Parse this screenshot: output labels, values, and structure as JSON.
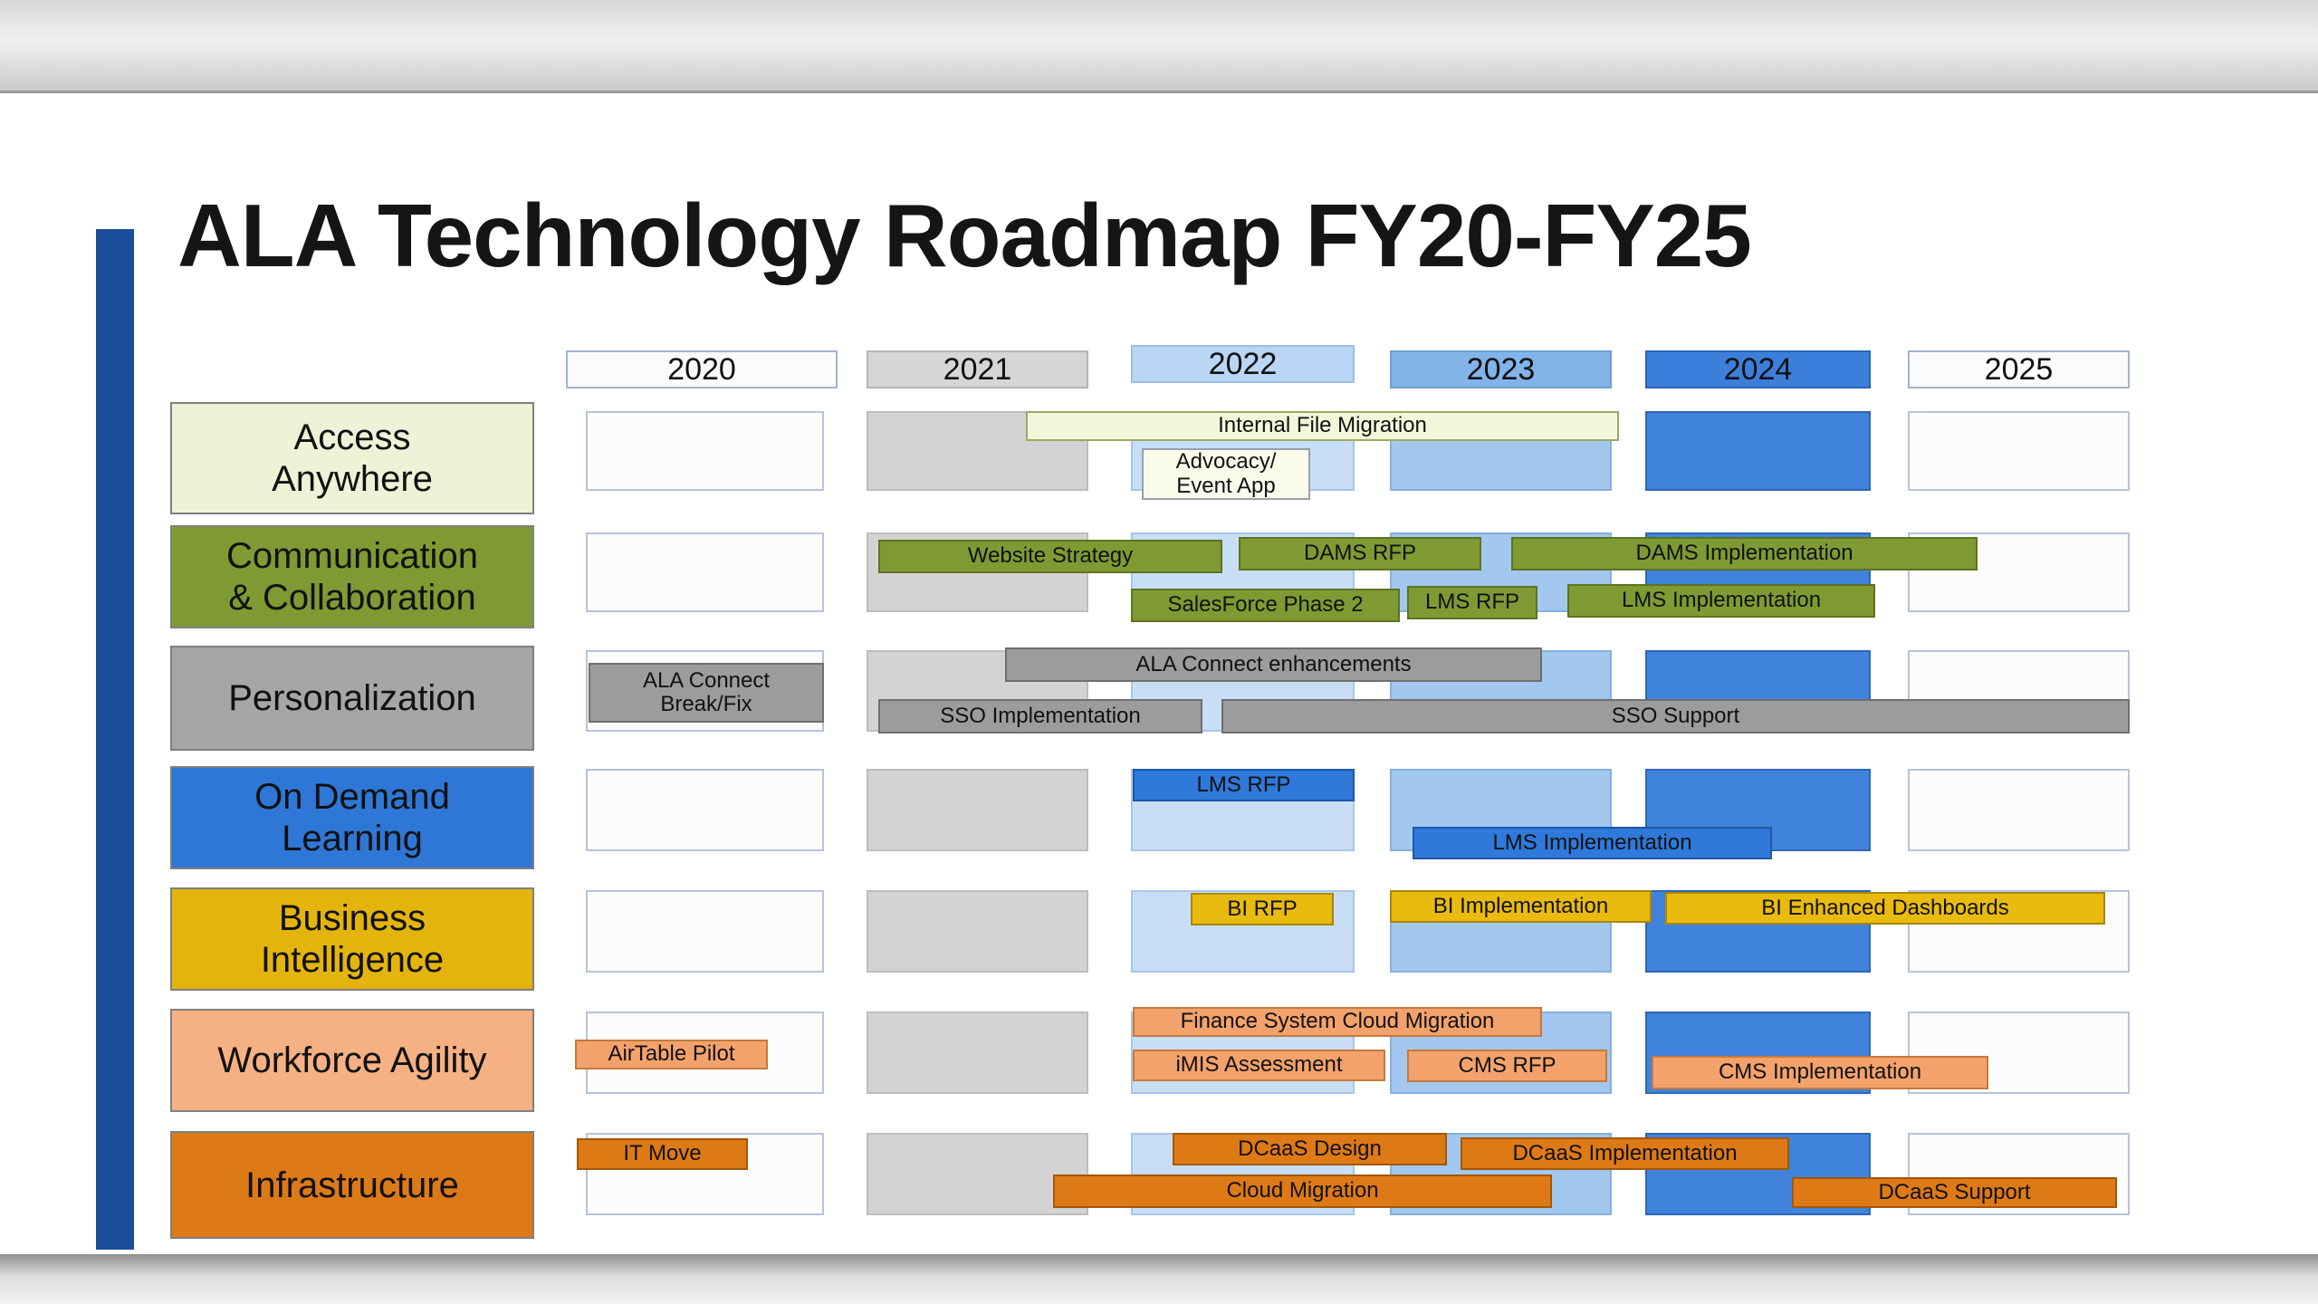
{
  "slide": {
    "title": "ALA Technology Roadmap FY20-FY25"
  },
  "years": [
    {
      "label": "2020"
    },
    {
      "label": "2021"
    },
    {
      "label": "2022"
    },
    {
      "label": "2023"
    },
    {
      "label": "2024"
    },
    {
      "label": "2025"
    }
  ],
  "rows": [
    {
      "label": "Access\nAnywhere",
      "color": "#edf3d6",
      "bars": [
        {
          "label": "Internal File Migration"
        },
        {
          "label": "Advocacy/\nEvent App"
        }
      ]
    },
    {
      "label": "Communication\n& Collaboration",
      "color": "#7f9a33",
      "bars": [
        {
          "label": "Website Strategy"
        },
        {
          "label": "DAMS RFP"
        },
        {
          "label": "DAMS Implementation"
        },
        {
          "label": "SalesForce Phase 2"
        },
        {
          "label": "LMS RFP"
        },
        {
          "label": "LMS Implementation"
        }
      ]
    },
    {
      "label": "Personalization",
      "color": "#a6a6a6",
      "bars": [
        {
          "label": "ALA Connect\nBreak/Fix"
        },
        {
          "label": "ALA Connect enhancements"
        },
        {
          "label": "SSO Implementation"
        },
        {
          "label": "SSO Support"
        }
      ]
    },
    {
      "label": "On Demand\nLearning",
      "color": "#2e77d6",
      "bars": [
        {
          "label": "LMS RFP"
        },
        {
          "label": "LMS Implementation"
        }
      ]
    },
    {
      "label": "Business\nIntelligence",
      "color": "#e3b50c",
      "bars": [
        {
          "label": "BI RFP"
        },
        {
          "label": "BI Implementation"
        },
        {
          "label": "BI Enhanced Dashboards"
        }
      ]
    },
    {
      "label": "Workforce Agility",
      "color": "#f5b183",
      "bars": [
        {
          "label": "AirTable Pilot"
        },
        {
          "label": "Finance System Cloud Migration"
        },
        {
          "label": "iMIS Assessment"
        },
        {
          "label": "CMS RFP"
        },
        {
          "label": "CMS Implementation"
        }
      ]
    },
    {
      "label": "Infrastructure",
      "color": "#dd7a18",
      "bars": [
        {
          "label": "IT Move"
        },
        {
          "label": "DCaaS Design"
        },
        {
          "label": "DCaaS Implementation"
        },
        {
          "label": "Cloud Migration"
        },
        {
          "label": "DCaaS Support"
        }
      ]
    }
  ],
  "chart_data": {
    "type": "bar",
    "variant": "gantt-roadmap",
    "title": "ALA Technology Roadmap FY20-FY25",
    "x": [
      "2020",
      "2021",
      "2022",
      "2023",
      "2024",
      "2025"
    ],
    "xlim": [
      2020,
      2026
    ],
    "grid": false,
    "legend": "none",
    "categories": [
      "Access Anywhere",
      "Communication & Collaboration",
      "Personalization",
      "On Demand Learning",
      "Business Intelligence",
      "Workforce Agility",
      "Infrastructure"
    ],
    "series": [
      {
        "name": "Access Anywhere",
        "color": "#edf3d6",
        "tasks": [
          {
            "label": "Internal File Migration",
            "start": 2021.7,
            "end": 2024.0
          },
          {
            "label": "Advocacy/Event App",
            "start": 2022.0,
            "end": 2022.8
          }
        ]
      },
      {
        "name": "Communication & Collaboration",
        "color": "#7f9a33",
        "tasks": [
          {
            "label": "Website Strategy",
            "start": 2021.0,
            "end": 2022.4
          },
          {
            "label": "DAMS RFP",
            "start": 2022.5,
            "end": 2023.4
          },
          {
            "label": "DAMS Implementation",
            "start": 2023.5,
            "end": 2025.3
          },
          {
            "label": "SalesForce Phase 2",
            "start": 2022.0,
            "end": 2023.0
          },
          {
            "label": "LMS RFP",
            "start": 2023.1,
            "end": 2023.7
          },
          {
            "label": "LMS Implementation",
            "start": 2023.8,
            "end": 2025.0
          }
        ]
      },
      {
        "name": "Personalization",
        "color": "#a6a6a6",
        "tasks": [
          {
            "label": "ALA Connect Break/Fix",
            "start": 2020.0,
            "end": 2021.0
          },
          {
            "label": "ALA Connect enhancements",
            "start": 2021.6,
            "end": 2023.7
          },
          {
            "label": "SSO Implementation",
            "start": 2021.0,
            "end": 2022.3
          },
          {
            "label": "SSO Support",
            "start": 2022.4,
            "end": 2026.0
          }
        ]
      },
      {
        "name": "On Demand Learning",
        "color": "#2e77d6",
        "tasks": [
          {
            "label": "LMS RFP",
            "start": 2022.0,
            "end": 2023.0
          },
          {
            "label": "LMS Implementation",
            "start": 2023.1,
            "end": 2024.6
          }
        ]
      },
      {
        "name": "Business Intelligence",
        "color": "#e3b50c",
        "tasks": [
          {
            "label": "BI RFP",
            "start": 2022.3,
            "end": 2022.9
          },
          {
            "label": "BI Implementation",
            "start": 2023.0,
            "end": 2024.0
          },
          {
            "label": "BI Enhanced Dashboards",
            "start": 2024.1,
            "end": 2025.9
          }
        ]
      },
      {
        "name": "Workforce Agility",
        "color": "#f5b183",
        "tasks": [
          {
            "label": "AirTable Pilot",
            "start": 2020.0,
            "end": 2020.7
          },
          {
            "label": "Finance System Cloud Migration",
            "start": 2022.0,
            "end": 2023.7
          },
          {
            "label": "iMIS Assessment",
            "start": 2022.0,
            "end": 2023.0
          },
          {
            "label": "CMS RFP",
            "start": 2023.1,
            "end": 2024.0
          },
          {
            "label": "CMS Implementation",
            "start": 2024.0,
            "end": 2025.4
          }
        ]
      },
      {
        "name": "Infrastructure",
        "color": "#dd7a18",
        "tasks": [
          {
            "label": "IT Move",
            "start": 2020.0,
            "end": 2020.6
          },
          {
            "label": "DCaaS Design",
            "start": 2022.2,
            "end": 2023.3
          },
          {
            "label": "DCaaS Implementation",
            "start": 2023.3,
            "end": 2024.6
          },
          {
            "label": "Cloud Migration",
            "start": 2021.8,
            "end": 2023.7
          },
          {
            "label": "DCaaS Support",
            "start": 2024.6,
            "end": 2026.0
          }
        ]
      }
    ]
  }
}
